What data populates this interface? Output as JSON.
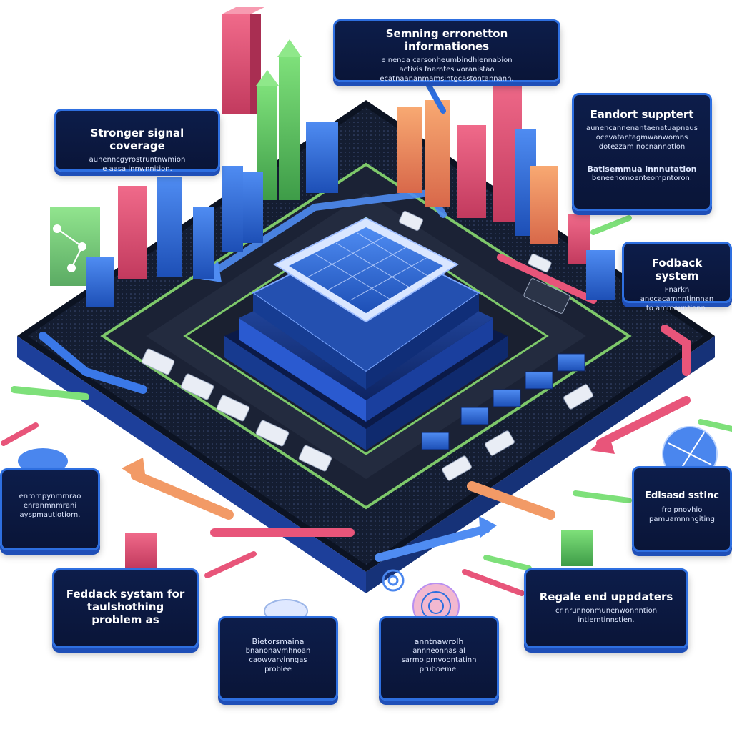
{
  "colors": {
    "navy": "#0a1538",
    "border_blue": "#2e6fe0",
    "grid_dark": "#121a2c",
    "accent_green": "#6fd46b",
    "accent_pink": "#e8557a",
    "accent_blue": "#3a78e8",
    "accent_orange": "#f29a66"
  },
  "cards": {
    "top_center": {
      "title": "Semning erronetton informationes",
      "lines": [
        "e nenda carsonheumbindhlennabion",
        "activis fnarntes voranistao",
        "ecatnaananmamsintgcastontannann."
      ]
    },
    "top_left": {
      "title": "Stronger signal coverage",
      "lines": [
        "aunenncgyrostruntnwmion",
        "e aasa innwnnition."
      ]
    },
    "right_top": {
      "title": "Eandort supptert",
      "lines": [
        "aunencannenantaenatuapnaus",
        "ocevatantagmwanwomns",
        "dotezzam nocnannotlon"
      ],
      "title2": "Batisemmua innnutation",
      "lines2": [
        "beneenomoenteompntoron."
      ]
    },
    "right_mid": {
      "title": "Fodback system",
      "lines": [
        "Fnarkn anocacamnntinnnan",
        "to ammountionn."
      ]
    },
    "left_mid": {
      "lines": [
        "enrompynmmrao",
        "enranmnmrani",
        "ayspmautiotiorn."
      ]
    },
    "right_lower": {
      "title": "Edlsasd sstinc",
      "lines": [
        "fro pnovhio",
        "pamuamnnngiting"
      ]
    },
    "bottom_left": {
      "title": "Feddack systam for taulshothing problem as",
      "lines": []
    },
    "bottom_center_left": {
      "title": "",
      "lines": [
        "Bietorsmaina",
        "bnanonavmhnoan",
        "caowvarvinngas",
        "problee"
      ]
    },
    "bottom_center_right": {
      "title": "",
      "lines": [
        "anntnawrolh",
        "annneonnas al",
        "sarmo prnvoontatinn",
        "pruboeme."
      ]
    },
    "bottom_right": {
      "title": "Regale end uppdaters",
      "lines": [
        "cr nrunnonmunenwonnntion",
        "intierntinnstien."
      ]
    }
  },
  "icons": [
    "network-icon",
    "cloud-icon",
    "globe-icon",
    "target-icon",
    "wifi-icon"
  ]
}
